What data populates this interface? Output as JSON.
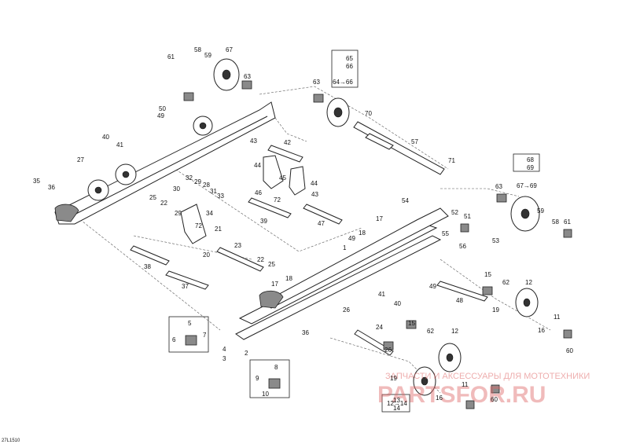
{
  "diagram_code": "27L1510",
  "watermark": {
    "line1": "ЗАПЧАСТИ И АКСЕССУАРЫ ДЛЯ МОТОТЕХНИКИ",
    "line2": "PARTSFOR.RU"
  },
  "callouts": {
    "c1": "1",
    "c2": "2",
    "c3": "3",
    "c4": "4",
    "c5": "5",
    "c6": "6",
    "c7": "7",
    "c8": "8",
    "c9": "9",
    "c10": "10",
    "c11a": "11",
    "c11b": "11",
    "c12a": "12",
    "c12b": "12",
    "c13": "13",
    "c14": "14",
    "c12to14": "12→14",
    "c15a": "15",
    "c15b": "15",
    "c16a": "16",
    "c16b": "16",
    "c17a": "17",
    "c17b": "17",
    "c18a": "18",
    "c18b": "18",
    "c19a": "19",
    "c19b": "19",
    "c20": "20",
    "c21": "21",
    "c22a": "22",
    "c22b": "22",
    "c23": "23",
    "c24": "24",
    "c25a": "25",
    "c25b": "25",
    "c26a": "26",
    "c26b": "26",
    "c27": "27",
    "c28": "28",
    "c29a": "29",
    "c29b": "29",
    "c30": "30",
    "c31": "31",
    "c32": "32",
    "c33": "33",
    "c34": "34",
    "c35": "35",
    "c36a": "36",
    "c36b": "36",
    "c37": "37",
    "c38": "38",
    "c39": "39",
    "c40a": "40",
    "c40b": "40",
    "c41a": "41",
    "c41b": "41",
    "c42": "42",
    "c43a": "43",
    "c43b": "43",
    "c44a": "44",
    "c44b": "44",
    "c45": "45",
    "c46": "46",
    "c47": "47",
    "c48": "48",
    "c49a": "49",
    "c49b": "49",
    "c49c": "49",
    "c50": "50",
    "c51": "51",
    "c52": "52",
    "c53": "53",
    "c54": "54",
    "c55": "55",
    "c56": "56",
    "c57": "57",
    "c58a": "58",
    "c58b": "58",
    "c59a": "59",
    "c59b": "59",
    "c60a": "60",
    "c60b": "60",
    "c61a": "61",
    "c61b": "61",
    "c62a": "62",
    "c62b": "62",
    "c63a": "63",
    "c63b": "63",
    "c63c": "63",
    "c64to66": "64→66",
    "c65": "65",
    "c66": "66",
    "c67a": "67",
    "c67to69": "67→69",
    "c68": "68",
    "c69": "69",
    "c70": "70",
    "c71": "71",
    "c72a": "72",
    "c72b": "72"
  }
}
